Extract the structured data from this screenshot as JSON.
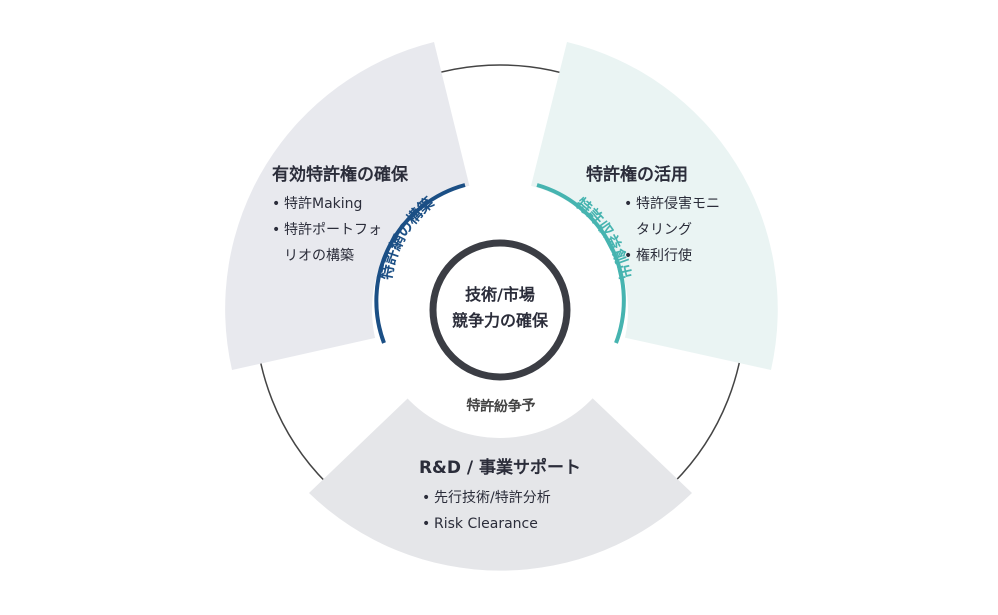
{
  "center": {
    "line1": "技術/市場",
    "line2": "競争力の確保"
  },
  "segments": {
    "left": {
      "title": "有効特許権の確保",
      "items": [
        "特許Making",
        "特許ポートフォ",
        "リオの構築"
      ],
      "arc_label": "特許網の構築",
      "bg_color": "#e8e9ee",
      "arc_color": "#1b4f85"
    },
    "right": {
      "title": "特許権の活用",
      "items": [
        "特許侵害モニ",
        "タリング",
        "権利行使"
      ],
      "arc_label": "特許収益創出",
      "bg_color": "#eaf4f3",
      "arc_color": "#46b4b0"
    },
    "bottom": {
      "title": "R&D / 事業サポート",
      "items": [
        "先行技術/特許分析",
        "Risk Clearance"
      ],
      "arc_label": "特許紛争予",
      "bg_color": "#e5e6e9",
      "arc_color": "#444444"
    }
  },
  "bullet": "•"
}
